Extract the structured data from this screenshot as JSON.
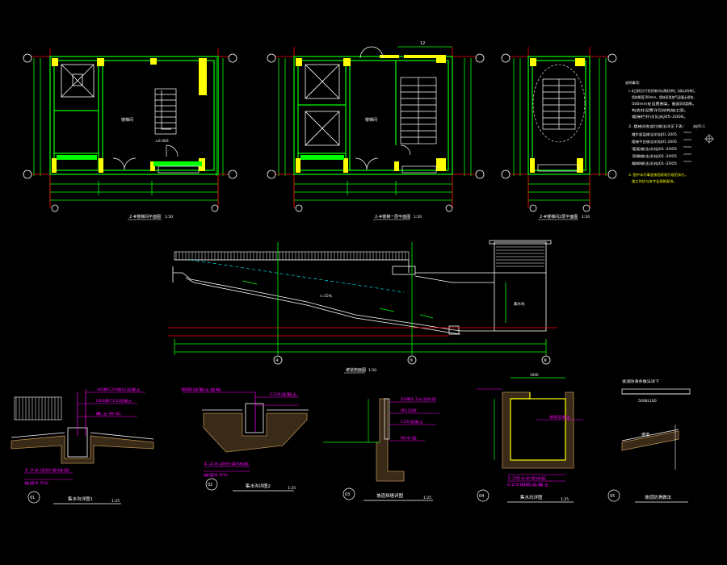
{
  "colors": {
    "background": "#000000",
    "wall_green": "#00ff00",
    "dim_green": "#00ff00",
    "red": "#ff0000",
    "white": "#ffffff",
    "yellow": "#ffff00",
    "magenta": "#ff00ff",
    "cyan": "#00ffff",
    "hatch_brown": "#b48c50"
  },
  "plans": {
    "plan1_title": "2-#楼梯间平面图",
    "plan1_scale": "1:50",
    "plan2_title": "2-#楼梯一层平面图",
    "plan2_scale": "1:50",
    "plan3_title": "2-#楼梯间2层平面图",
    "plan3_scale": "1:50",
    "room_label": "楼梯间",
    "elev_label": "±0.000",
    "plan2_top_tag": "12"
  },
  "notes": {
    "heading": "说明事项：",
    "line1": "1. 本工程所注尺寸除注明者外均以毫米为单位，标高以米为单位。",
    "line2": "墙体厚度200mm，墙体采用加气混凝土砌块，",
    "line3": "500mm处设置圈梁，截面同墙厚。",
    "line4": "构造柱设置详见结构施工图。",
    "line5": "楼梯栏杆详见苏J05-2006。",
    "item1": "2. 楼梯间各部位做法详见下表：",
    "item2": "踏步面层做法详苏J01-2005",
    "item3": "楼梯平台做法详苏J01-2005",
    "item4": "墙面做法详苏J01-2005",
    "item5": "顶棚做法详苏J01-2005",
    "item6": "踢脚做法详苏J01-2005",
    "ref": "苏J05-1",
    "warn1": "3. 图中未尽事宜按国家现行规范执行。",
    "warn2": "施工时应与各专业图纸配合。"
  },
  "section": {
    "title": "坡道剖面图",
    "scale": "1:50",
    "room_label": "集水坑",
    "slope_label": "i=15%",
    "axis1": "④",
    "axis2": "⑤",
    "axis3": "⑥"
  },
  "details": {
    "d1_num": "01",
    "d1_title": "集水沟详图1",
    "d1_scale": "1:25",
    "d1_note1": "40厚C20细石混凝土",
    "d1_note2": "100厚C15混凝土",
    "d1_note3": "素土夯实",
    "d1_note4": "1:2水泥砂浆抹面",
    "d1_note5": "坡度0.5%",
    "d2_num": "02",
    "d2_title": "集水沟详图2",
    "d2_scale": "1:25",
    "d2_note1": "钢筋混凝土盖板",
    "d2_note2": "C20混凝土",
    "d2_note3": "1:2水泥砂浆抹面",
    "d2_note4": "坡度0.5%",
    "d3_num": "03",
    "d3_title": "坡道挡墙详图",
    "d3_scale": "1:25",
    "d3_note1": "20厚1:2水泥砂浆",
    "d3_note2": "MU10砖",
    "d3_note3": "C20混凝土",
    "d3_note4": "防水层",
    "d4_num": "04",
    "d4_title": "集水坑详图",
    "d4_scale": "1:25",
    "d4_note1": "钢筋混凝土",
    "d4_note2": "1:2防水砂浆抹面",
    "d4_note3": "C25钢筋混凝土",
    "d4_dim": "1000",
    "d5_num": "05",
    "d5_title": "坡道防滑做法",
    "d5_note": "坡道防滑条做法详下",
    "d5_box": "50X8L100",
    "d5_label": "坡道"
  }
}
